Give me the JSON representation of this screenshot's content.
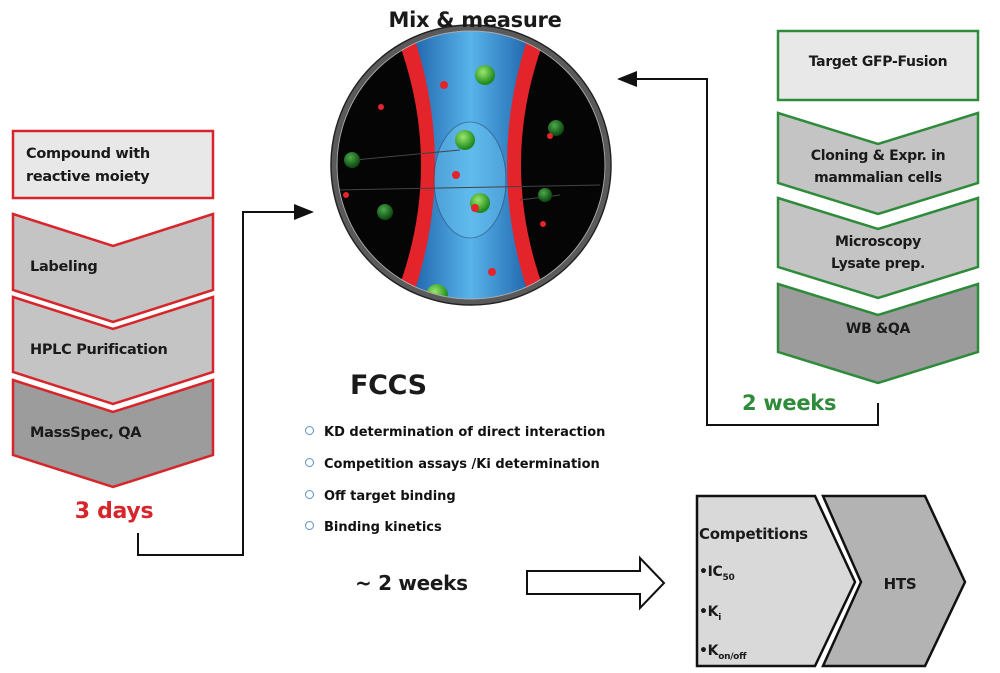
{
  "title": "Mix & measure",
  "left_flow": {
    "color": "#d6262c",
    "steps": [
      {
        "label": "Compound with reactive moiety"
      },
      {
        "label": "Labeling"
      },
      {
        "label": "HPLC Purification"
      },
      {
        "label": "MassSpec, QA"
      }
    ],
    "duration": "3 days"
  },
  "right_flow": {
    "color": "#2e8b3a",
    "steps": [
      {
        "label": "Target GFP-Fusion"
      },
      {
        "label": "Cloning & Expr. in mammalian cells"
      },
      {
        "label": "Microscopy Lysate prep."
      },
      {
        "label": "WB &QA"
      }
    ],
    "duration": "2 weeks"
  },
  "fccs": {
    "heading": "FCCS",
    "bullets": [
      "KD determination of direct interaction",
      "Competition assays /Ki determination",
      "Off target binding",
      "Binding kinetics"
    ],
    "duration": "~ 2 weeks"
  },
  "outcome": {
    "competitions_title": "Competitions",
    "items": [
      {
        "prefix": "•IC",
        "sub": "50"
      },
      {
        "prefix": "•K",
        "sub": "i"
      },
      {
        "prefix": "•K",
        "sub": "on/off"
      }
    ],
    "hts_label": "HTS"
  }
}
